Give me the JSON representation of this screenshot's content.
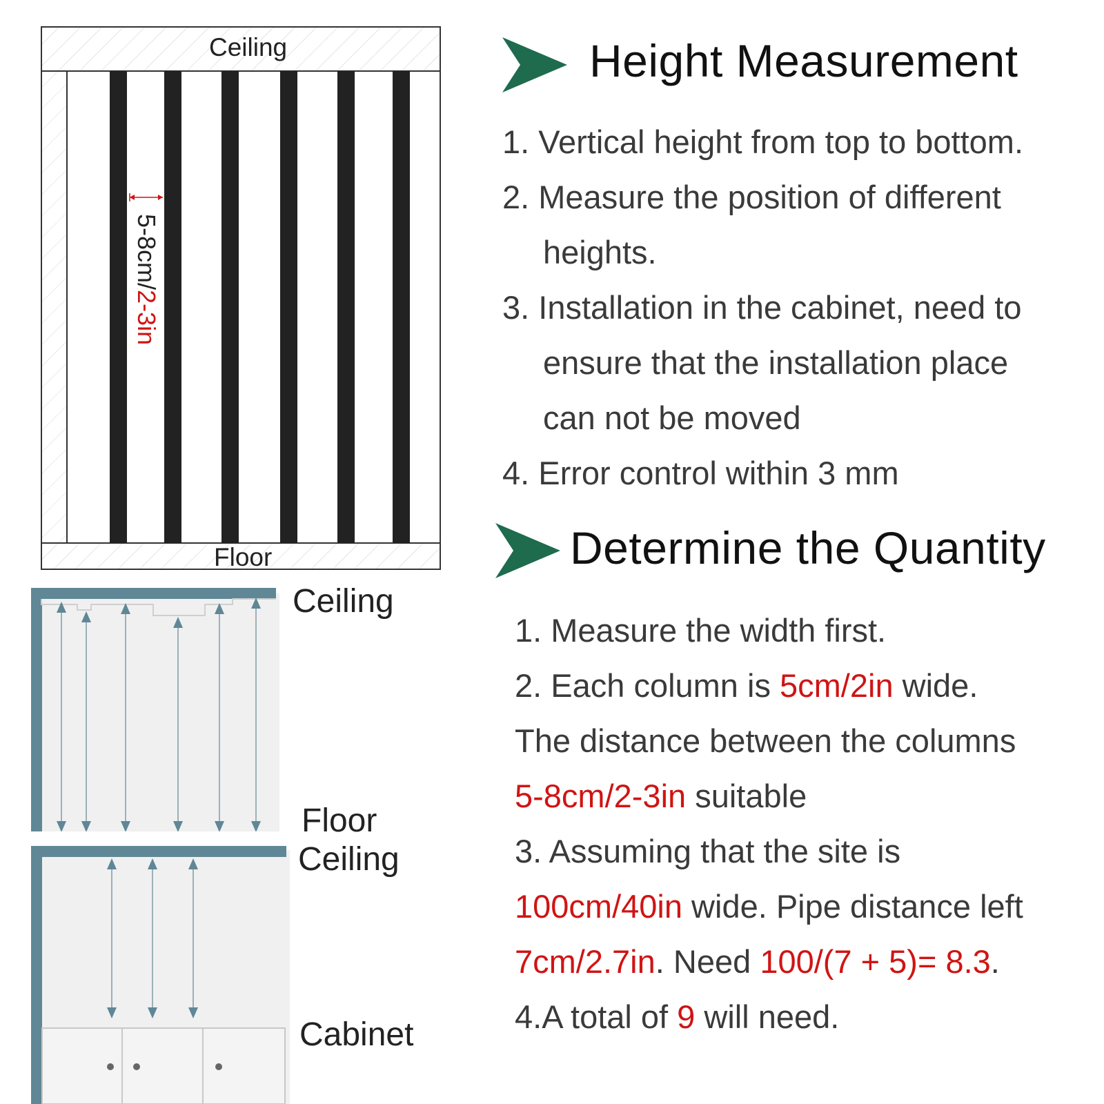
{
  "top_diagram": {
    "ceiling_label": "Ceiling",
    "floor_label": "Floor",
    "gap_label_part1": "5-8cm/",
    "gap_label_part2": "2-3in"
  },
  "middle_diagram": {
    "ceiling_label": "Ceiling",
    "floor_label": "Floor"
  },
  "bottom_diagram": {
    "ceiling_label": "Ceiling",
    "cabinet_label": "Cabinet"
  },
  "height_measurement": {
    "title": "Height Measurement",
    "steps": [
      {
        "number": "1.",
        "text": "Vertical height from top to bottom."
      },
      {
        "number": "2.",
        "text": "Measure the position of different",
        "continuation": "heights."
      },
      {
        "number": "3.",
        "text": "Installation in the cabinet, need to",
        "continuation": "ensure that the installation place",
        "continuation2": "can not be moved"
      },
      {
        "number": "4.",
        "text": "Error control within 3 mm"
      }
    ]
  },
  "quantity": {
    "title": "Determine the Quantity",
    "step1": "1. Measure the width first.",
    "step2_a": "2. Each column is ",
    "step2_red": "5cm/2in",
    "step2_b": " wide.",
    "step2_line2": "The distance between the columns",
    "step2_line3_red": "5-8cm/2-3in",
    "step2_line3_b": " suitable",
    "step3_a": "3. Assuming that the site is",
    "step3_red1": "100cm/40in",
    "step3_b": " wide. Pipe distance left",
    "step3_red2": "7cm/2.7in",
    "step3_c": ". Need ",
    "step3_red3": "100/(7 + 5)= 8.3",
    "step3_d": ".",
    "step4_a": "4.A total of ",
    "step4_red": "9",
    "step4_b": " will need."
  },
  "colors": {
    "accent_green": "#1e6b4e",
    "highlight_red": "#d01414",
    "wall_teal": "#5f8796"
  }
}
